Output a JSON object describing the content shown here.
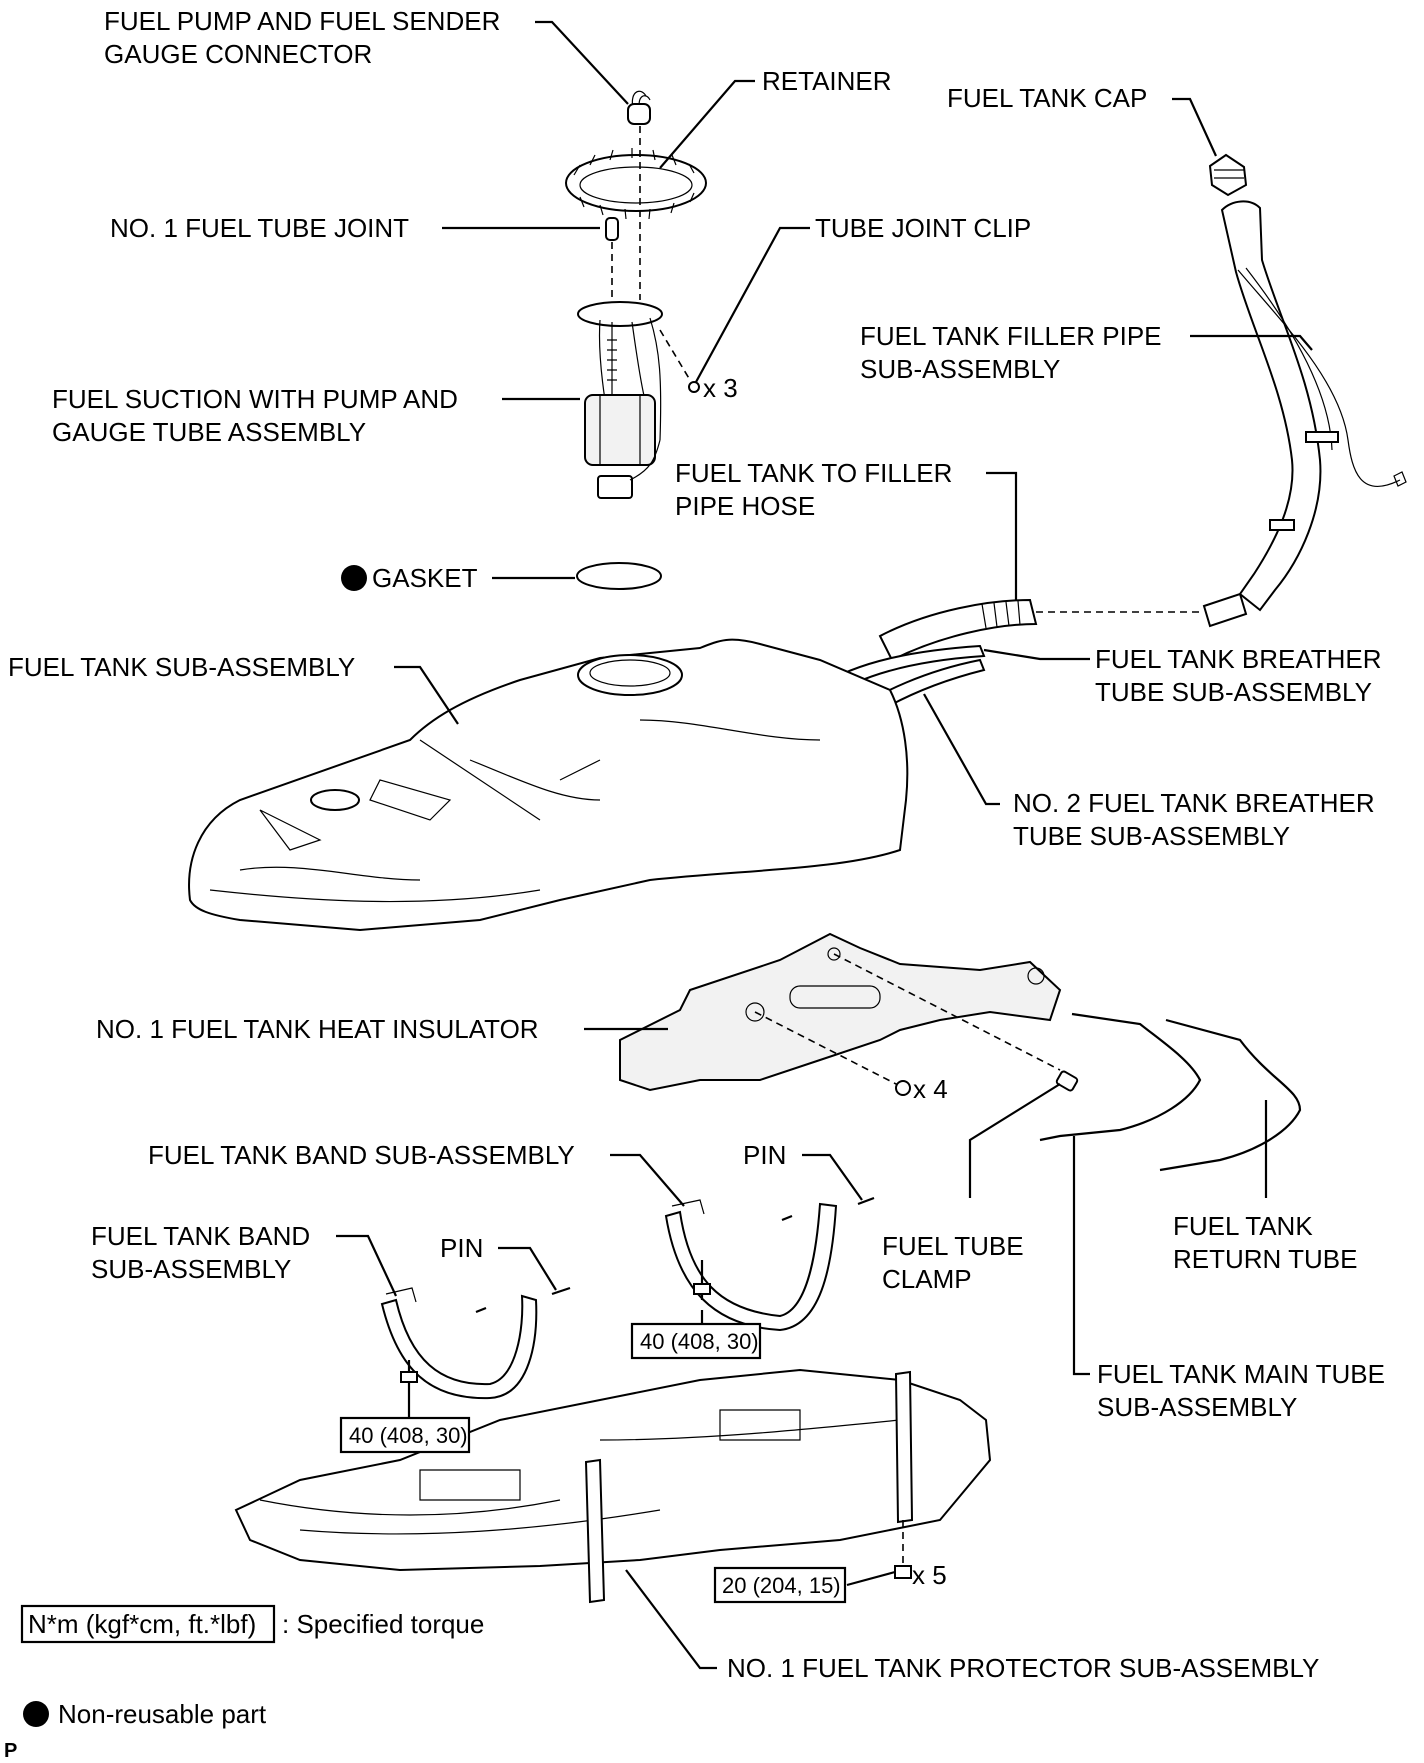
{
  "labels": {
    "fuel_pump_connector": [
      "FUEL PUMP AND FUEL SENDER",
      "GAUGE CONNECTOR"
    ],
    "retainer": "RETAINER",
    "fuel_tank_cap": "FUEL TANK CAP",
    "no1_fuel_tube_joint": "NO. 1 FUEL TUBE JOINT",
    "tube_joint_clip": "TUBE JOINT CLIP",
    "tube_joint_clip_qty": "x 3",
    "filler_pipe": [
      "FUEL TANK FILLER PIPE",
      "SUB-ASSEMBLY"
    ],
    "fuel_suction": [
      "FUEL SUCTION WITH PUMP AND",
      "GAUGE TUBE ASSEMBLY"
    ],
    "filler_hose": [
      "FUEL TANK TO FILLER",
      "PIPE HOSE"
    ],
    "gasket": "GASKET",
    "fuel_tank": "FUEL TANK SUB-ASSEMBLY",
    "breather_tube": [
      "FUEL TANK BREATHER",
      "TUBE SUB-ASSEMBLY"
    ],
    "no2_breather_tube": [
      "NO. 2 FUEL TANK BREATHER",
      "TUBE SUB-ASSEMBLY"
    ],
    "heat_insulator": "NO. 1 FUEL TANK HEAT INSULATOR",
    "heat_insulator_qty": "x 4",
    "band_upper": "FUEL TANK BAND SUB-ASSEMBLY",
    "pin_upper": "PIN",
    "band_lower": [
      "FUEL TANK BAND",
      "SUB-ASSEMBLY"
    ],
    "pin_lower": "PIN",
    "fuel_tube_clamp": [
      "FUEL TUBE",
      "CLAMP"
    ],
    "return_tube": [
      "FUEL TANK",
      "RETURN TUBE"
    ],
    "main_tube": [
      "FUEL TANK MAIN TUBE",
      "SUB-ASSEMBLY"
    ],
    "protector": "NO. 1 FUEL TANK PROTECTOR SUB-ASSEMBLY",
    "protector_bolt_qty": "x 5"
  },
  "torque": {
    "band_right": "40 (408, 30)",
    "band_left": "40 (408, 30)",
    "protector": "20 (204, 15)"
  },
  "legend": {
    "torque_box": "N*m (kgf*cm, ft.*lbf)",
    "torque_text": ": Specified torque",
    "non_reusable": "Non-reusable part"
  },
  "corner_mark": "P"
}
